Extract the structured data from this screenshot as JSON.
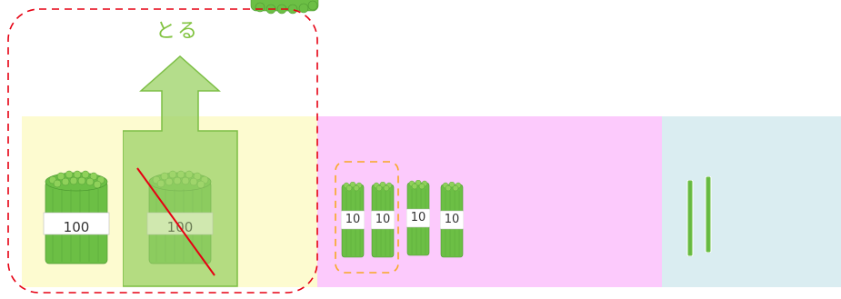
{
  "take_label": "とる",
  "hundreds": {
    "bundles": [
      {
        "label": "100",
        "crossed_out": false
      },
      {
        "label": "100",
        "crossed_out": true
      }
    ]
  },
  "tens": {
    "bundles": [
      {
        "label": "10",
        "circled": true
      },
      {
        "label": "10",
        "circled": true
      },
      {
        "label": "10",
        "circled": false
      },
      {
        "label": "10",
        "circled": false
      }
    ]
  },
  "ones": {
    "sticks": 2
  },
  "colors": {
    "hundreds_column": "#fdfbd0",
    "tens_column": "#fccafc",
    "ones_column": "#daedf1",
    "stick_green": "#6cbf45",
    "arrow_green": "#82c341",
    "red_dashed": "#e60012",
    "orange_dashed": "#f7a823"
  }
}
